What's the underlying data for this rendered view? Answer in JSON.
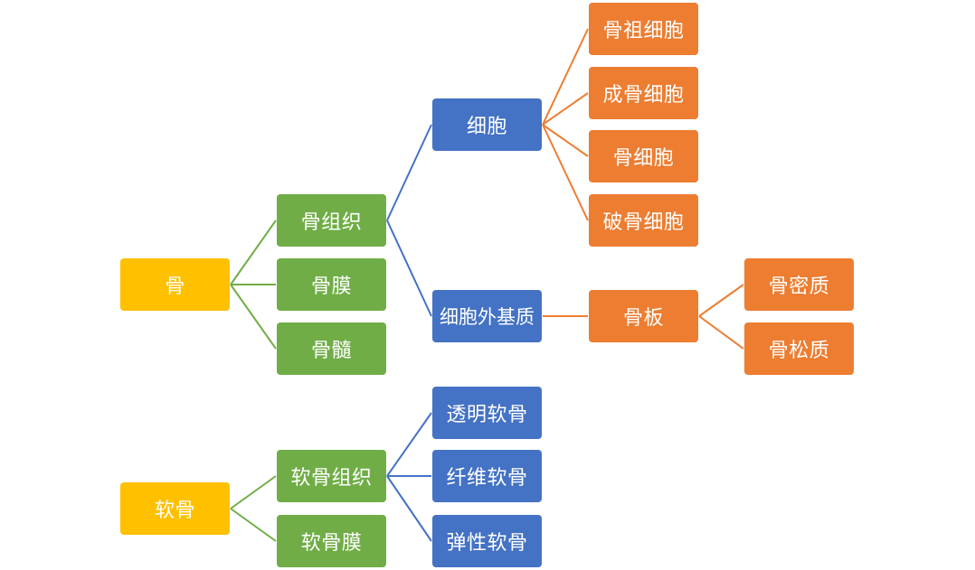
{
  "colors": {
    "root": "#FFC000",
    "level1": "#70AD47",
    "level2": "#4472C4",
    "level3": "#ED7D31"
  },
  "nodes": {
    "bone": "骨",
    "bone_tissue": "骨组织",
    "periosteum": "骨膜",
    "marrow": "骨髓",
    "cells": "细胞",
    "ecm": "细胞外基质",
    "osteoprogenitor": "骨祖细胞",
    "osteoblast": "成骨细胞",
    "osteocyte": "骨细胞",
    "osteoclast": "破骨细胞",
    "lamella": "骨板",
    "compact": "骨密质",
    "spongy": "骨松质",
    "cartilage": "软骨",
    "cartilage_tissue": "软骨组织",
    "perichondrium": "软骨膜",
    "hyaline": "透明软骨",
    "fibrous": "纤维软骨",
    "elastic": "弹性软骨"
  }
}
